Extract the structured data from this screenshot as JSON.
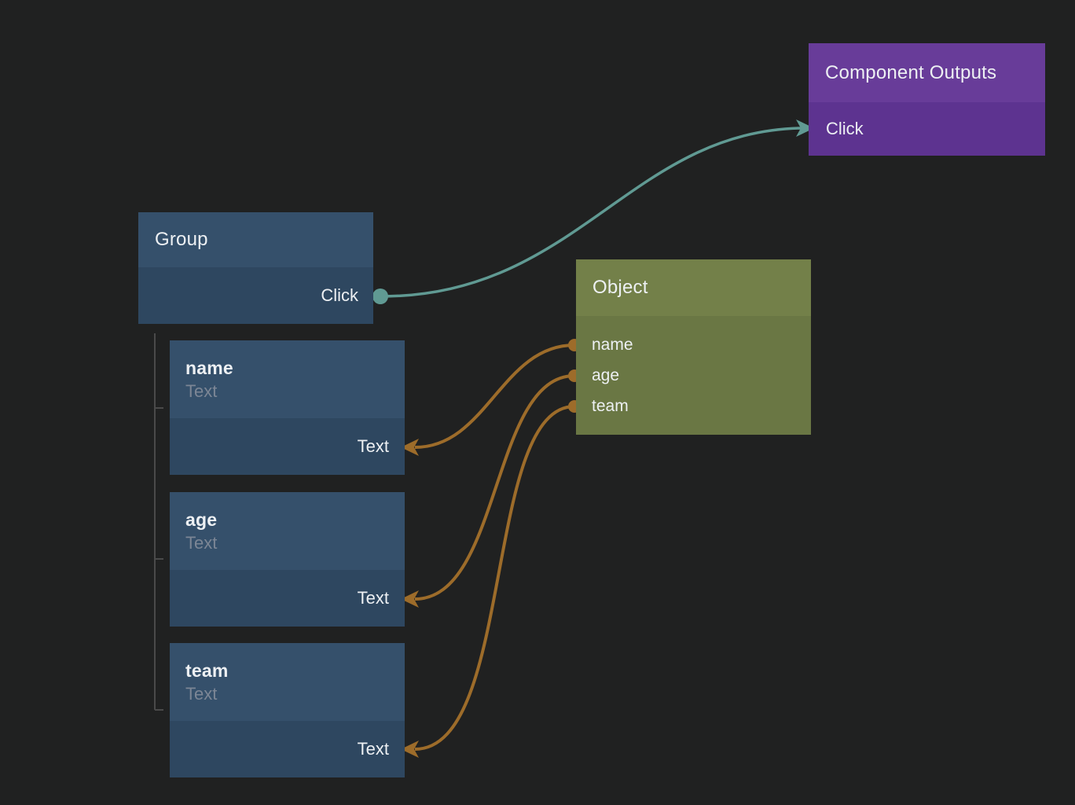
{
  "colors": {
    "background": "#202121",
    "blue_header": "#35506b",
    "blue_body": "#2e4760",
    "purple_header": "#683c99",
    "purple_body": "#5d3390",
    "olive_header": "#738049",
    "olive_body": "#6a7744",
    "teal_wire": "#609a93",
    "orange_wire": "#9d6c2a",
    "tree_line": "#4a4a4a",
    "title_text": "#edf0f3",
    "subtitle_text": "#7c8695"
  },
  "nodes": {
    "component_outputs": {
      "title": "Component Outputs",
      "ports": [
        {
          "label": "Click"
        }
      ]
    },
    "group": {
      "title": "Group",
      "ports": [
        {
          "label": "Click"
        }
      ]
    },
    "object": {
      "title": "Object",
      "ports": [
        {
          "label": "name"
        },
        {
          "label": "age"
        },
        {
          "label": "team"
        }
      ]
    },
    "fields": [
      {
        "title": "name",
        "subtitle": "Text",
        "input_label": "Text"
      },
      {
        "title": "age",
        "subtitle": "Text",
        "input_label": "Text"
      },
      {
        "title": "team",
        "subtitle": "Text",
        "input_label": "Text"
      }
    ]
  },
  "connections": [
    {
      "from": "Group.Click",
      "to": "Component Outputs.Click",
      "color": "teal"
    },
    {
      "from": "Object.name",
      "to": "name.Text",
      "color": "orange"
    },
    {
      "from": "Object.age",
      "to": "age.Text",
      "color": "orange"
    },
    {
      "from": "Object.team",
      "to": "team.Text",
      "color": "orange"
    }
  ]
}
